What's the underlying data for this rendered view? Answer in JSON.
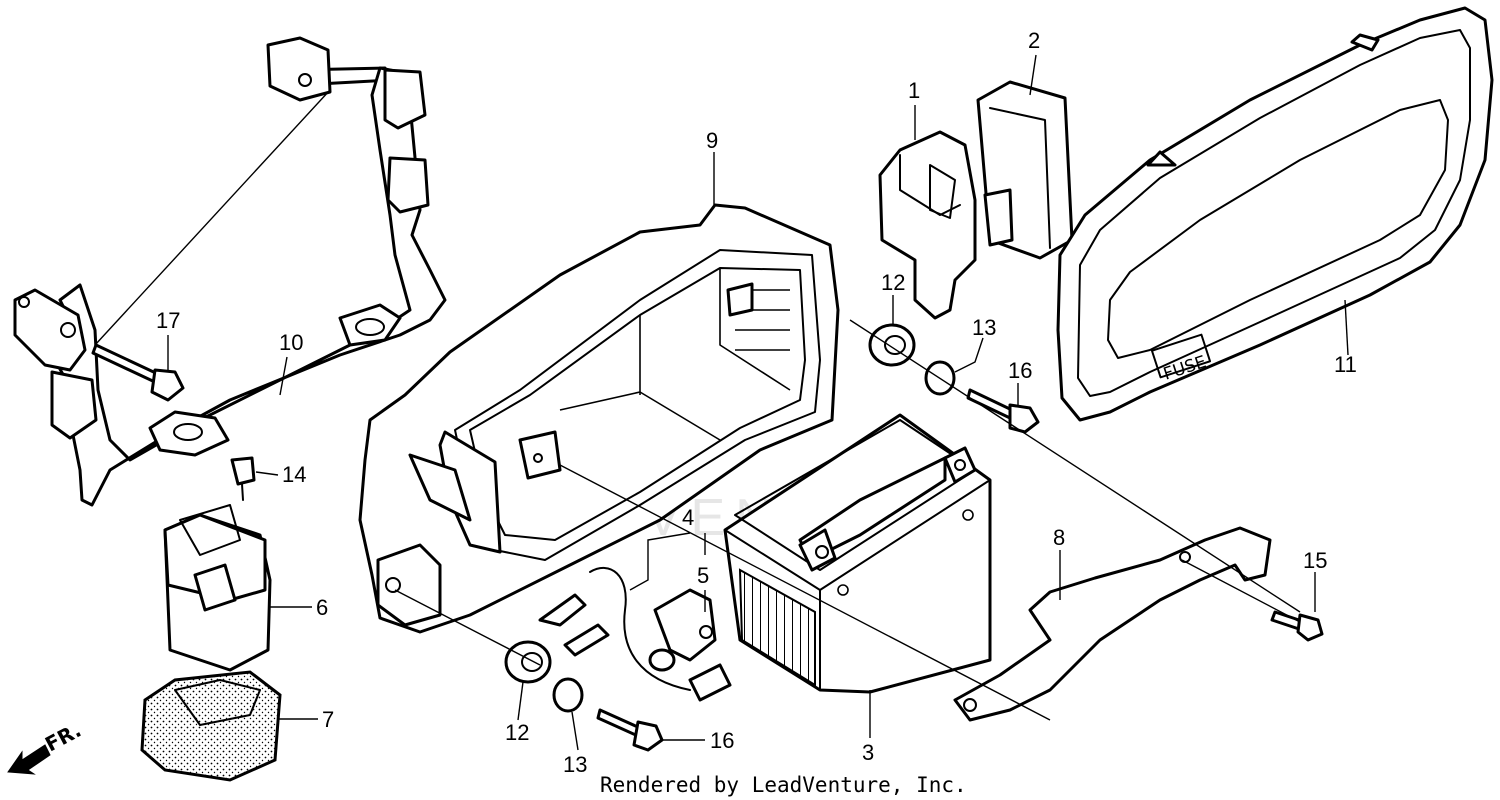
{
  "watermark": "LEADVENTURE",
  "credit": "Rendered by LeadVenture, Inc.",
  "fuse_label": "FUSE",
  "direction_label": "FR.",
  "callouts": [
    {
      "id": "c1",
      "text": "1"
    },
    {
      "id": "c2",
      "text": "2"
    },
    {
      "id": "c3",
      "text": "3"
    },
    {
      "id": "c4",
      "text": "4"
    },
    {
      "id": "c5",
      "text": "5"
    },
    {
      "id": "c6",
      "text": "6"
    },
    {
      "id": "c7",
      "text": "7"
    },
    {
      "id": "c8",
      "text": "8"
    },
    {
      "id": "c9",
      "text": "9"
    },
    {
      "id": "c10",
      "text": "10"
    },
    {
      "id": "c11",
      "text": "11"
    },
    {
      "id": "c12a",
      "text": "12"
    },
    {
      "id": "c12b",
      "text": "12"
    },
    {
      "id": "c13a",
      "text": "13"
    },
    {
      "id": "c13b",
      "text": "13"
    },
    {
      "id": "c14",
      "text": "14"
    },
    {
      "id": "c15",
      "text": "15"
    },
    {
      "id": "c16a",
      "text": "16"
    },
    {
      "id": "c16b",
      "text": "16"
    },
    {
      "id": "c17",
      "text": "17"
    }
  ],
  "colors": {
    "line": "#000000",
    "background": "#ffffff",
    "watermark": "#e6e6e6"
  }
}
